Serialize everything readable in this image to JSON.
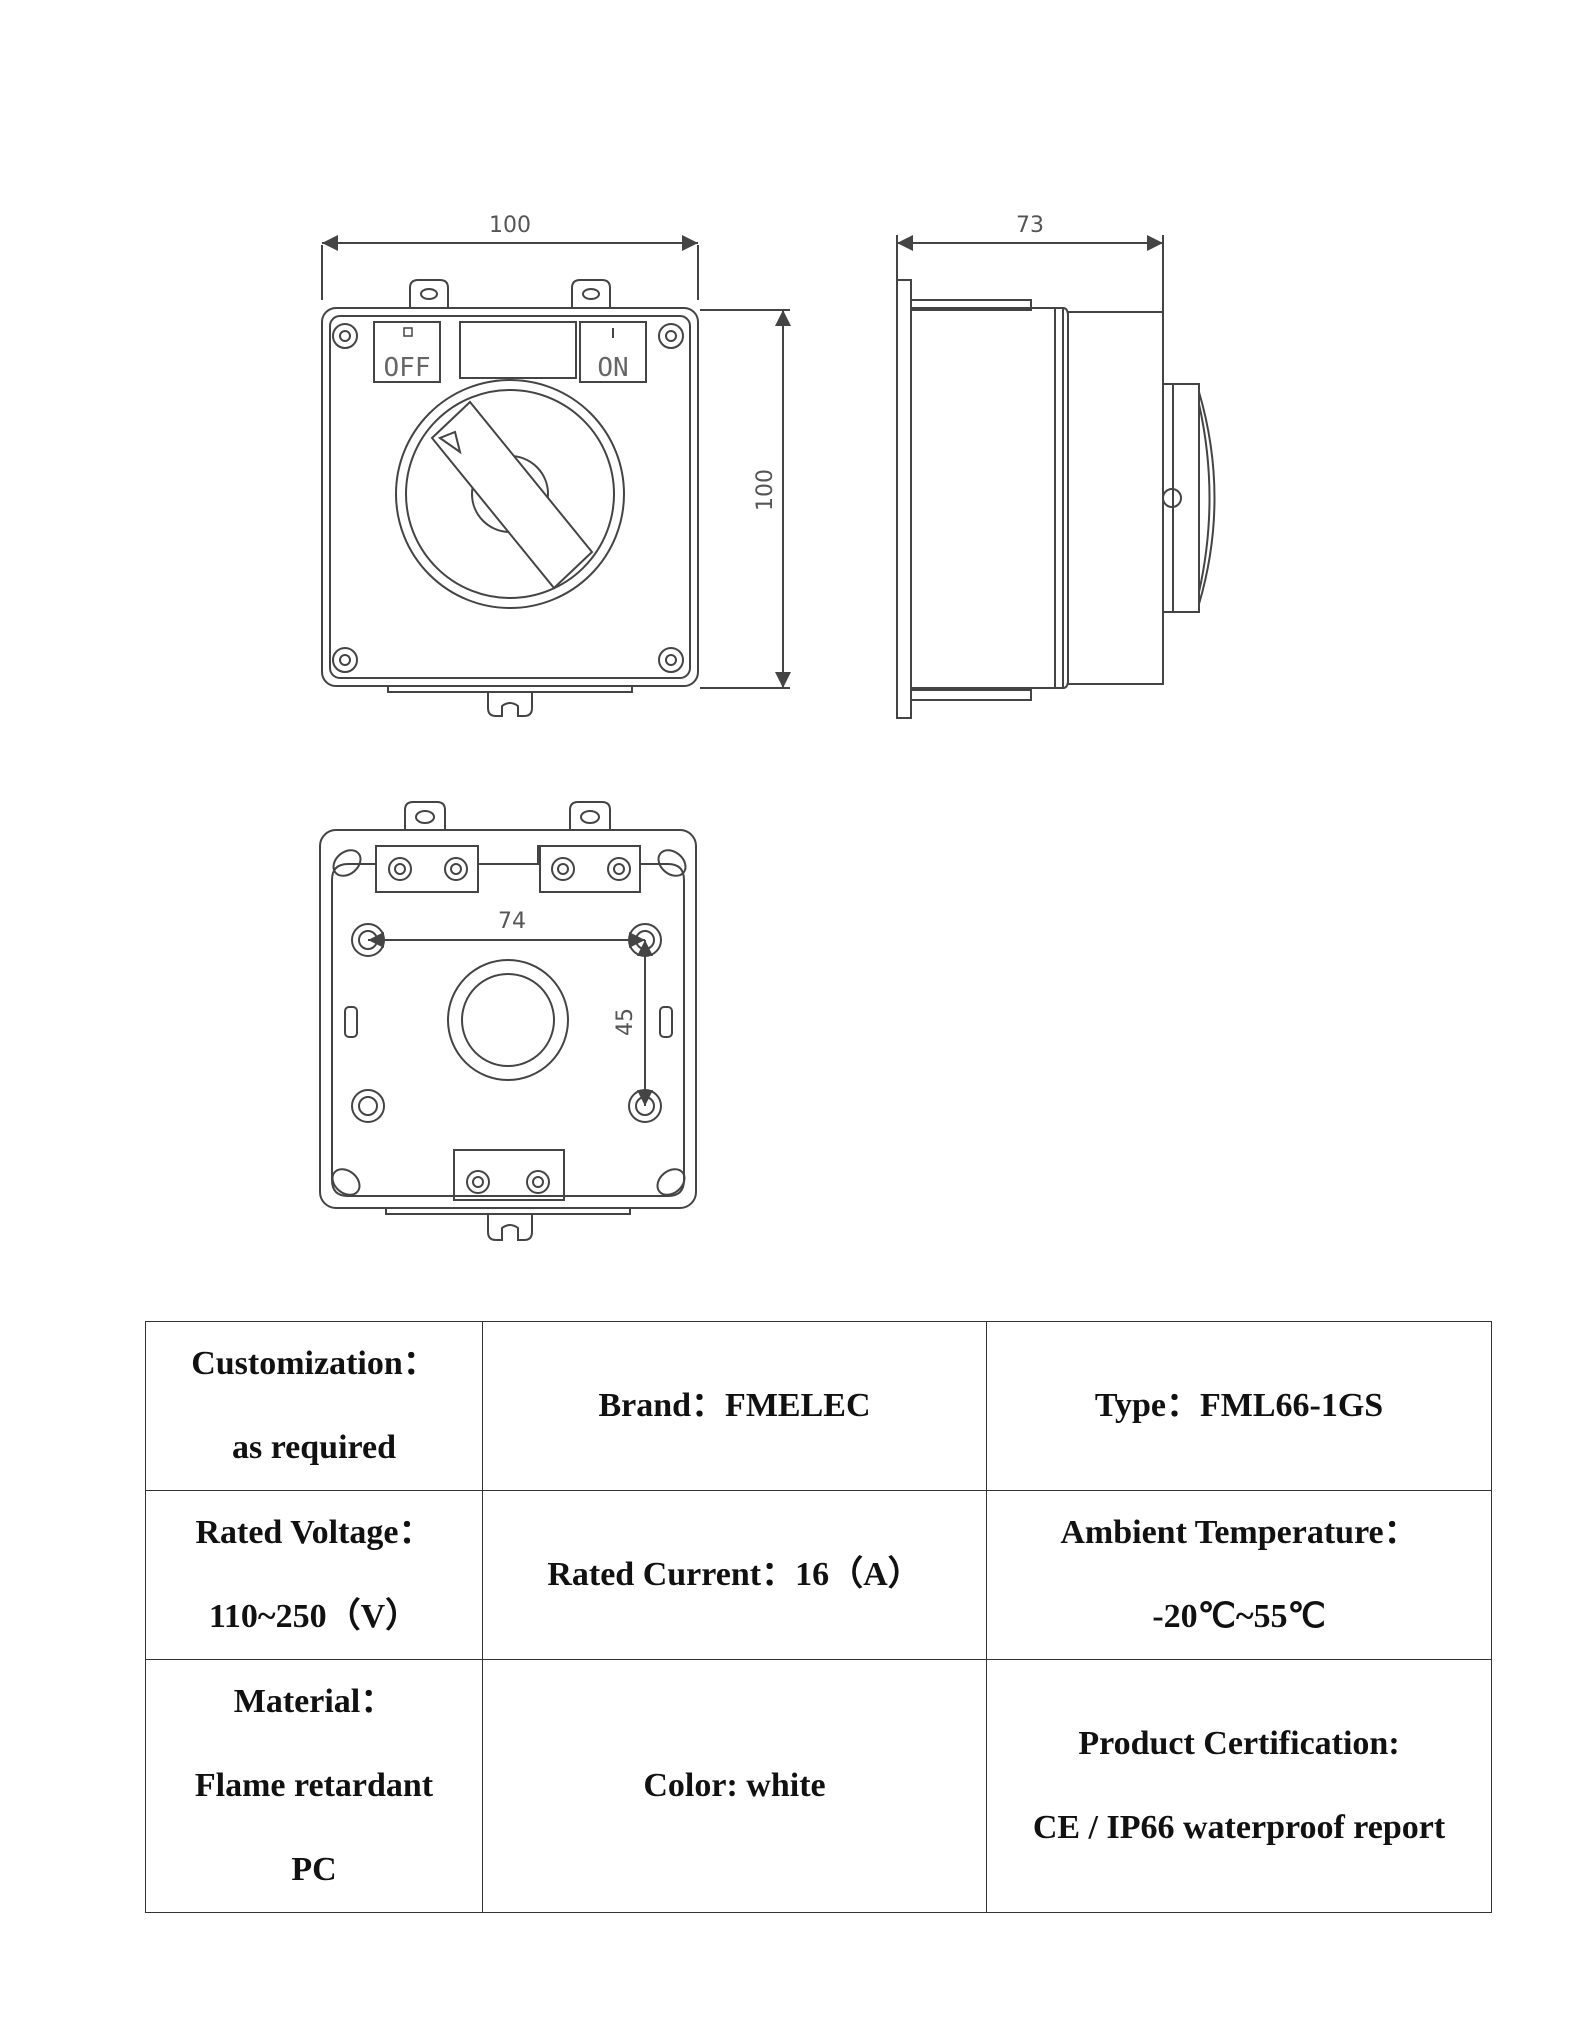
{
  "drawing": {
    "front_view": {
      "width_dim": "100",
      "height_dim": "100",
      "off_label": "OFF",
      "on_label": "ON"
    },
    "side_view": {
      "depth_dim": "73"
    },
    "back_view": {
      "hole_spacing_horizontal": "74",
      "hole_spacing_vertical": "45"
    }
  },
  "specs": {
    "customization_label": "Customization：",
    "customization_value": "as required",
    "brand": "Brand：FMELEC",
    "type": "Type：FML66-1GS",
    "rated_voltage_label": "Rated Voltage：",
    "rated_voltage_value": "110~250（V）",
    "rated_current": "Rated Current：16（A）",
    "ambient_temp_label": "Ambient Temperature：",
    "ambient_temp_value": "-20℃~55℃",
    "material_label": "Material：",
    "material_value_line1": "Flame retardant",
    "material_value_line2": "PC",
    "color": "Color: white",
    "certification_label": "Product Certification:",
    "certification_value": "CE / IP66 waterproof report"
  }
}
